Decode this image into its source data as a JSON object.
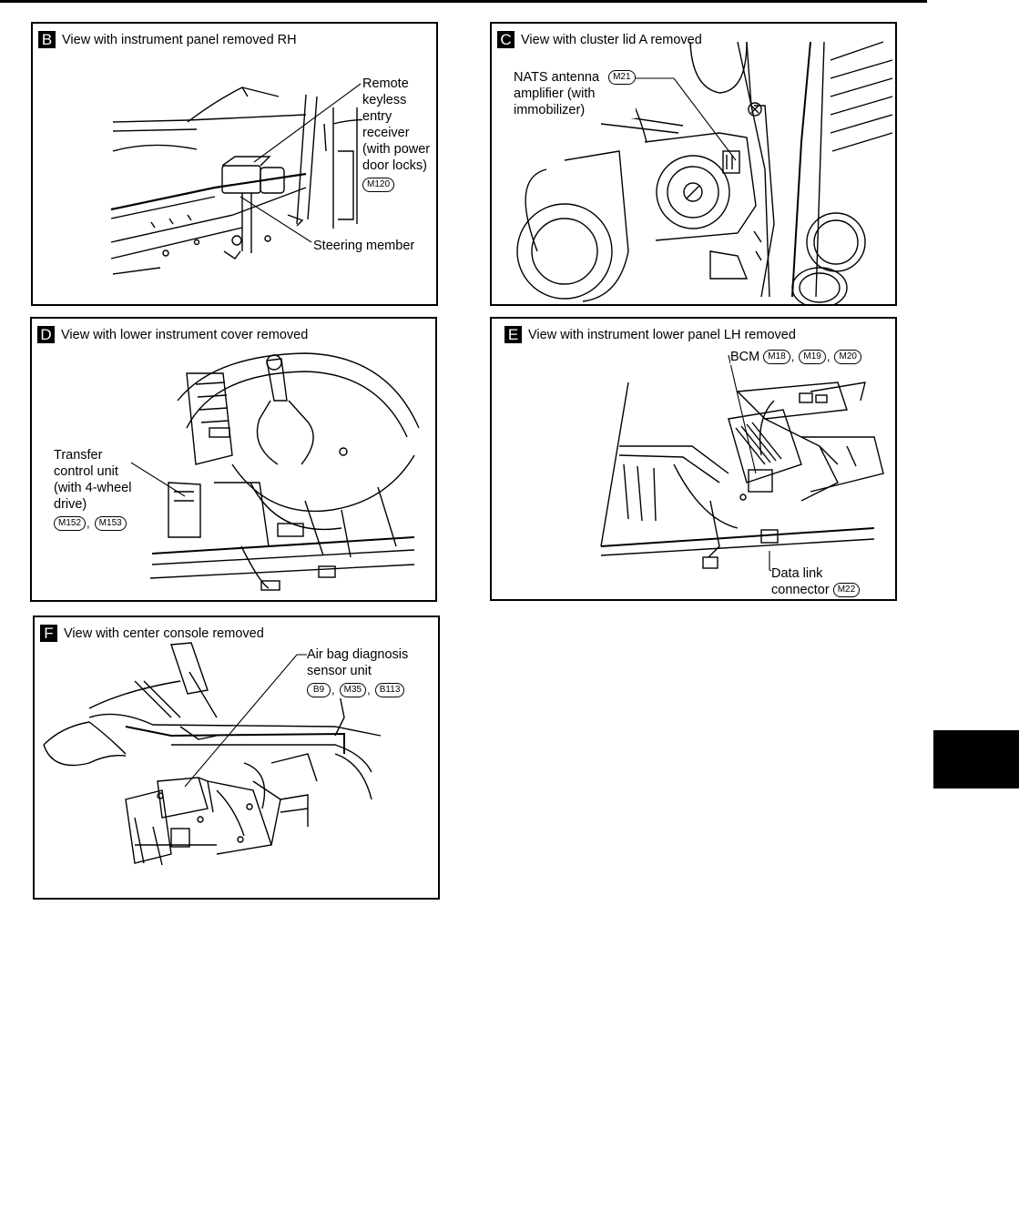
{
  "panels": {
    "B": {
      "badge": "B",
      "title": "View with instrument panel removed RH",
      "labels": {
        "remote_lines": [
          "Remote",
          "keyless",
          "entry",
          "receiver",
          "(with power",
          "door locks)"
        ],
        "remote_conn": "M120",
        "steering": "Steering member"
      }
    },
    "C": {
      "badge": "C",
      "title": "View with cluster lid A removed",
      "labels": {
        "nats_lines": [
          "NATS antenna",
          "amplifier (with",
          "immobilizer)"
        ],
        "nats_conn": "M21"
      }
    },
    "D": {
      "badge": "D",
      "title": "View with lower instrument cover removed",
      "labels": {
        "transfer_lines": [
          "Transfer",
          "control unit",
          "(with 4-wheel",
          "drive)"
        ],
        "transfer_conns": [
          "M152",
          "M153"
        ]
      }
    },
    "E": {
      "badge": "E",
      "title": "View with instrument lower panel LH removed",
      "labels": {
        "bcm": "BCM",
        "bcm_conns": [
          "M18",
          "M19",
          "M20"
        ],
        "dlc_lines": [
          "Data link",
          "connector"
        ],
        "dlc_conn": "M22"
      }
    },
    "F": {
      "badge": "F",
      "title": "View with center console removed",
      "labels": {
        "airbag_lines": [
          "Air bag diagnosis",
          "sensor unit"
        ],
        "airbag_conns": [
          "B9",
          "M35",
          "B113"
        ]
      }
    }
  },
  "separator": ","
}
